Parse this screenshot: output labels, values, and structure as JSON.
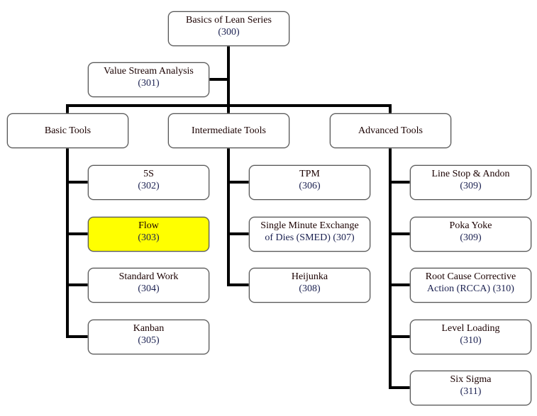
{
  "root": {
    "label": "Basics of Lean Series",
    "code": "(300)"
  },
  "side": {
    "label": "Value Stream Analysis",
    "code": "(301)"
  },
  "highlight_color": "#ffff00",
  "categories": [
    {
      "label": "Basic Tools",
      "items": [
        {
          "label": "5S",
          "code": "(302)"
        },
        {
          "label": "Flow",
          "code": "(303)",
          "highlighted": true
        },
        {
          "label": "Standard Work",
          "code": "(304)"
        },
        {
          "label": "Kanban",
          "code": "(305)"
        }
      ]
    },
    {
      "label": "Intermediate Tools",
      "items": [
        {
          "label": "TPM",
          "code": "(306)"
        },
        {
          "label": "Single Minute Exchange",
          "code": "of Dies (SMED)  (307)"
        },
        {
          "label": "Heijunka",
          "code": "(308)"
        }
      ]
    },
    {
      "label": "Advanced Tools",
      "items": [
        {
          "label": "Line Stop & Andon",
          "code": "(309)"
        },
        {
          "label": "Poka Yoke",
          "code": "(309)"
        },
        {
          "label": "Root Cause Corrective",
          "code": "Action (RCCA) (310)"
        },
        {
          "label": "Level Loading",
          "code": "(310)"
        },
        {
          "label": "Six Sigma",
          "code": "(311)"
        }
      ]
    }
  ]
}
